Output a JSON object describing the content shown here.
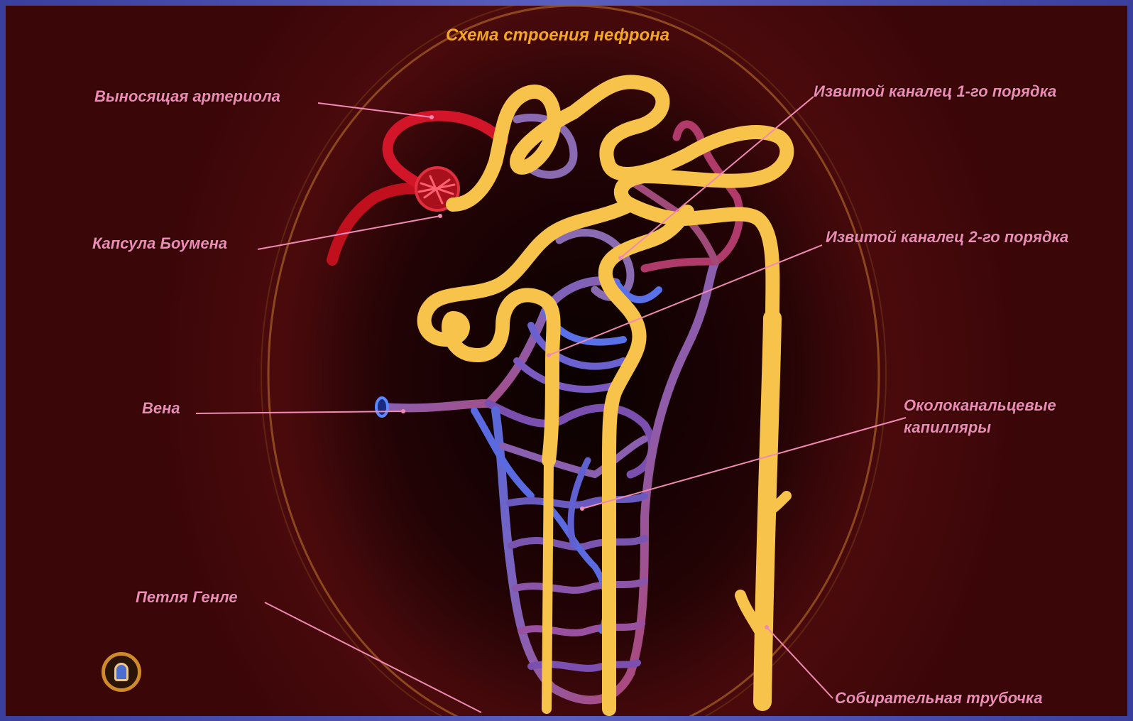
{
  "title": "Схема строения нефрона",
  "labels": {
    "efferent_arteriole": "Выносящая артериола",
    "bowman_capsule": "Капсула Боумена",
    "vein": "Вена",
    "loop_of_henle": "Петля Генле",
    "convoluted_tubule_1": "Извитой каналец 1-го порядка",
    "convoluted_tubule_2": "Извитой каналец 2-го порядка",
    "peritubular_capillaries_line1": "Околоканальцевые",
    "peritubular_capillaries_line2": "капилляры",
    "collecting_duct": "Собирательная трубочка"
  },
  "colors": {
    "tubule": "#f7c34a",
    "artery": "#d3152a",
    "vein": "#3f6ef0",
    "vessel_mix": "#9b5aa8",
    "label": "#f08ab4",
    "title": "#f5a623"
  },
  "icons": {
    "key_button": "keyhole-icon"
  }
}
